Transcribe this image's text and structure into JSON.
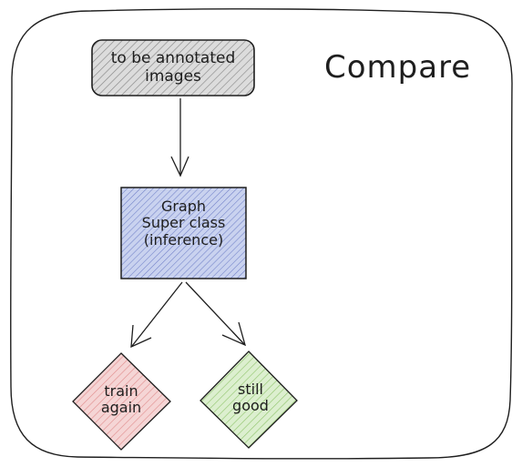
{
  "diagram": {
    "title": "Compare",
    "nodes": {
      "annotated_images": {
        "label": "to be annotated\nimages",
        "shape": "rounded-rectangle",
        "fill": "#dcdcdc",
        "hatch": "#8a8a8a"
      },
      "graph_super_class": {
        "label": "Graph\nSuper class\n(inference)",
        "shape": "rectangle",
        "fill": "#c9d2ef",
        "hatch": "#7080c8"
      },
      "train_again": {
        "label": "train\nagain",
        "shape": "diamond",
        "fill": "#f5d5d5",
        "hatch": "#e08a8a"
      },
      "still_good": {
        "label": "still\ngood",
        "shape": "diamond",
        "fill": "#dcefcf",
        "hatch": "#8fc46a"
      }
    },
    "edges": [
      {
        "from": "annotated_images",
        "to": "graph_super_class"
      },
      {
        "from": "graph_super_class",
        "to": "train_again"
      },
      {
        "from": "graph_super_class",
        "to": "still_good"
      }
    ],
    "colors": {
      "stroke": "#1e1e1e",
      "background": "#ffffff"
    }
  }
}
